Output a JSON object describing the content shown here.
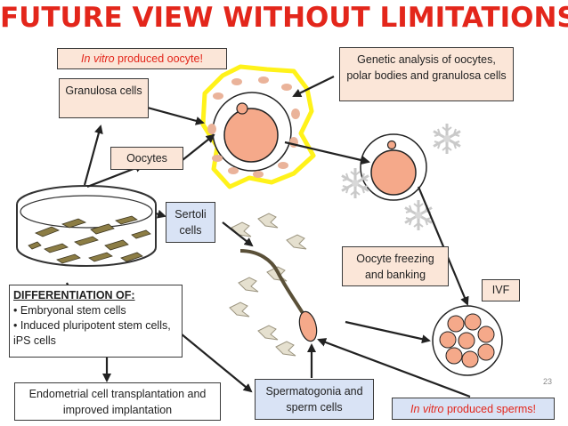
{
  "title": "FUTURE VIEW WITHOUT  LIMITATIONS",
  "page_number": "23",
  "boxes": {
    "in_vitro_oocyte": {
      "italic": "In vitro",
      "rest": " produced oocyte!"
    },
    "genetic_analysis": "Genetic analysis of oocytes, polar bodies and granulosa cells",
    "granulosa": "Granulosa cells",
    "oocytes": "Oocytes",
    "sertoli": "Sertoli cells",
    "oocyte_freezing": "Oocyte freezing and banking",
    "ivf": "IVF",
    "differentiation": {
      "heading": "DIFFERENTIATION OF:",
      "items": [
        "• Embryonal stem cells",
        "• Induced pluripotent stem cells, iPS cells"
      ]
    },
    "endometrial": "Endometrial cell transplantation and improved implantation",
    "spermatogonia": "Spermatogonia and sperm cells",
    "in_vitro_sperms": {
      "italic": "In vitro",
      "rest": " produced sperms!"
    }
  },
  "colors": {
    "title_red": "#e3261b",
    "peach_fill": "#fbe6d8",
    "blue_fill": "#d9e3f5",
    "cell_fill": "#f5a98a",
    "halo_yellow": "#fff21a",
    "dish_cell": "#8c7d45"
  }
}
